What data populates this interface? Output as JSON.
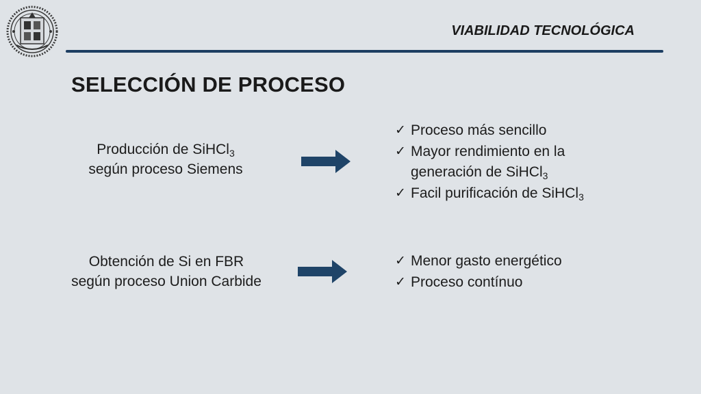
{
  "header": {
    "section_title": "VIABILIDAD TECNOLÓGICA"
  },
  "slide": {
    "title": "SELECCIÓN DE PROCESO"
  },
  "rows": [
    {
      "process_line1": "Producción de SiHCl",
      "process_line1_sub": "3",
      "process_line2": "según proceso Siemens",
      "benefits": [
        {
          "text": "Proceso más sencillo"
        },
        {
          "text": "Mayor rendimiento en la",
          "line2": "generación de SiHCl",
          "sub": "3"
        },
        {
          "text": "Facil purificación de SiHCl",
          "sub": "3"
        }
      ]
    },
    {
      "process_line1": "Obtención de Si en FBR",
      "process_line2": "según proceso Union Carbide",
      "benefits": [
        {
          "text": "Menor gasto energético"
        },
        {
          "text": "Proceso contínuo"
        }
      ]
    }
  ],
  "icons": {
    "check_glyph": "✓",
    "logo": "university-seal-icon",
    "arrow": "arrow-right-icon"
  },
  "colors": {
    "background": "#dfe3e7",
    "accent": "#1d3e62",
    "arrow": "#1f4468",
    "text": "#1c1c1c"
  }
}
